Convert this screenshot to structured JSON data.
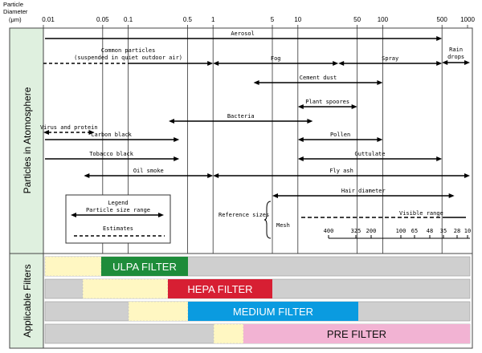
{
  "header": {
    "unit_label_line1": "Particle",
    "unit_label_line2": "Diameter",
    "unit_label_line3": "(μm)",
    "ticks": [
      "0.01",
      "0.05",
      "0.1",
      "0.5",
      "1",
      "5",
      "10",
      "50",
      "100",
      "500",
      "1000"
    ]
  },
  "sections": {
    "atmosphere": "Particles in Atomosphere",
    "filters": "Applicable Filters"
  },
  "ranges": [
    {
      "label": "Aerosol",
      "from": 0.01,
      "to": 500,
      "style": "solid"
    },
    {
      "label": "Common particles",
      "label2": "(suspended in quiet outdoor air)",
      "from": 0.01,
      "to": 1,
      "style": "dashed-solid"
    },
    {
      "label": "Fog",
      "from": 1,
      "to": 30,
      "style": "solid"
    },
    {
      "label": "Spray",
      "from": 30,
      "to": 500,
      "style": "solid"
    },
    {
      "label": "Rain",
      "label2": "drops",
      "from": 500,
      "to": 1000,
      "style": "solid"
    },
    {
      "label": "Cement dust",
      "from": 3,
      "to": 100,
      "style": "solid"
    },
    {
      "label": "Plant spoores",
      "from": 10,
      "to": 50,
      "style": "solid"
    },
    {
      "label": "Bacteria",
      "from": 0.3,
      "to": 15,
      "style": "solid"
    },
    {
      "label": "Virus and protein",
      "from": 0.01,
      "to": 0.04,
      "style": "dashed"
    },
    {
      "label": "Carbon black",
      "from": 0.01,
      "to": 0.4,
      "style": "solid"
    },
    {
      "label": "Pollen",
      "from": 10,
      "to": 100,
      "style": "solid"
    },
    {
      "label": "Tobacco black",
      "from": 0.01,
      "to": 0.4,
      "style": "solid"
    },
    {
      "label": "Guttulate",
      "from": 10,
      "to": 500,
      "style": "solid"
    },
    {
      "label": "Oil smoke",
      "from": 0.03,
      "to": 1,
      "style": "solid"
    },
    {
      "label": "Fly ash",
      "from": 1,
      "to": 1000,
      "style": "solid"
    },
    {
      "label": "Hair diameter",
      "from": 5,
      "to": 700,
      "style": "solid"
    }
  ],
  "legend": {
    "title": "Legend",
    "range_label": "Particle size range",
    "estimate_label": "Estimates"
  },
  "reference": {
    "label": "Reference sizes",
    "mesh_label": "Mesh",
    "visible_label": "Visible range",
    "mesh_values": [
      "400",
      "325",
      "200",
      "100",
      "65",
      "48",
      "35",
      "28",
      "10"
    ]
  },
  "filters": [
    {
      "label": "ULPA FILTER",
      "color": "#1e8c3a",
      "text_color": "#ffffff"
    },
    {
      "label": "HEPA FILTER",
      "color": "#d71f33",
      "text_color": "#ffffff"
    },
    {
      "label": "MEDIUM FILTER",
      "color": "#0a9be0",
      "text_color": "#ffffff"
    },
    {
      "label": "PRE FILTER",
      "color": "#f2b3d3",
      "text_color": "#111111"
    }
  ],
  "colors": {
    "grey_bar": "#cfcfcf",
    "yellow_bar": "#fff7c2",
    "sidebar": "#dff0df"
  }
}
